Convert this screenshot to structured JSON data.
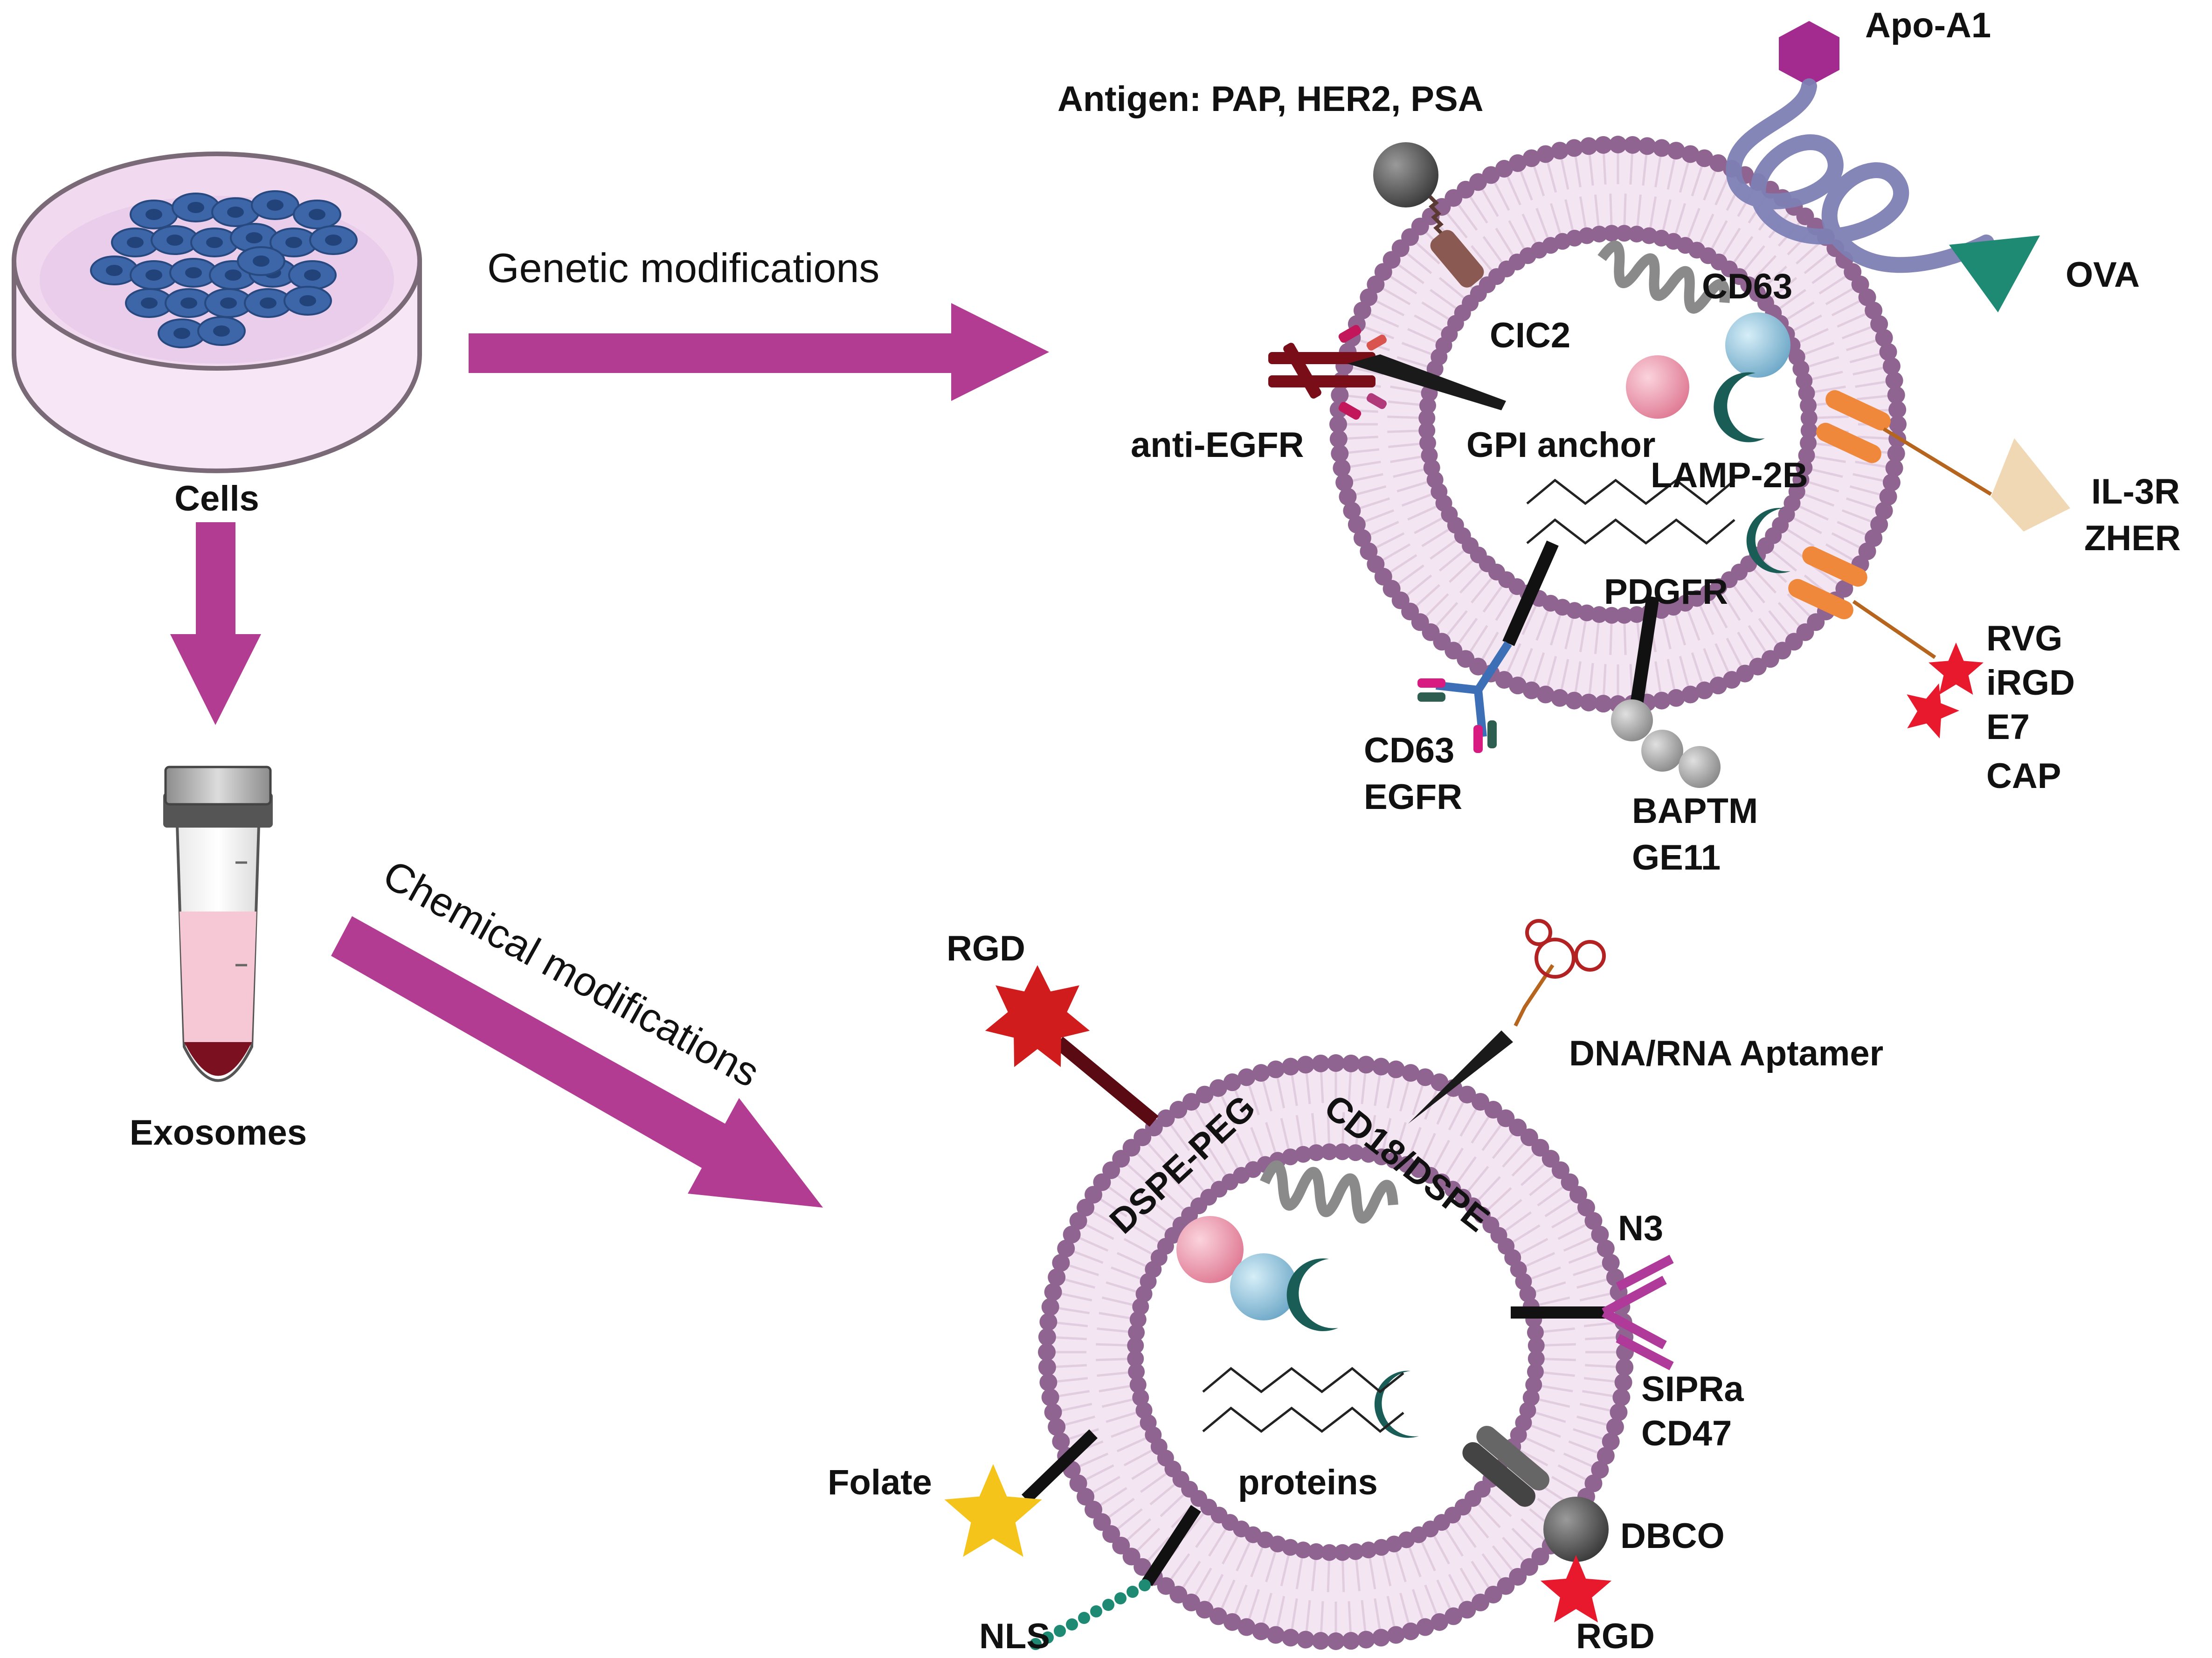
{
  "labels": {
    "cells": "Cells",
    "exosomes": "Exosomes",
    "genetic": "Genetic modifications",
    "chemical": "Chemical modifications",
    "antigen": "Antigen: PAP, HER2, PSA",
    "apo": "Apo-A1",
    "ova": "OVA",
    "cd63_top": "CD63",
    "cic2": "CIC2",
    "anti_egfr": "anti-EGFR",
    "gpi": "GPI anchor",
    "lamp": "LAMP-2B",
    "il3r": "IL-3R",
    "zher": "ZHER",
    "pdgfr": "PDGFR",
    "rvg": "RVG",
    "irgd": "iRGD",
    "e7": "E7",
    "cap": "CAP",
    "cd63_b": "CD63",
    "egfr": "EGFR",
    "baptm": "BAPTM",
    "ge11": "GE11",
    "rgd_top": "RGD",
    "aptamer": "DNA/RNA Aptamer",
    "dspe_peg": "DSPE-PEG",
    "cd18": "CD18/DSPE",
    "n3": "N3",
    "sipra": "SIPRa",
    "cd47": "CD47",
    "folate": "Folate",
    "proteins": "proteins",
    "dbco": "DBCO",
    "nls": "NLS",
    "rgd_bottom": "RGD"
  },
  "colors": {
    "arrow": "#b23c92",
    "membrane": "#9a6e98",
    "head": "#8f6490",
    "tail": "#e2cde0",
    "cell": "#3c66a8",
    "dish": "#f1d9ef",
    "orange": "#f0883c",
    "teal": "#1a5d57",
    "magenta_hex": "#a32b8f",
    "ova": "#1e8a74",
    "ribbon": "#7d7fb4",
    "red_star": "#e8192c",
    "gold_star": "#f5c41a",
    "beige": "#f0d8b4"
  }
}
